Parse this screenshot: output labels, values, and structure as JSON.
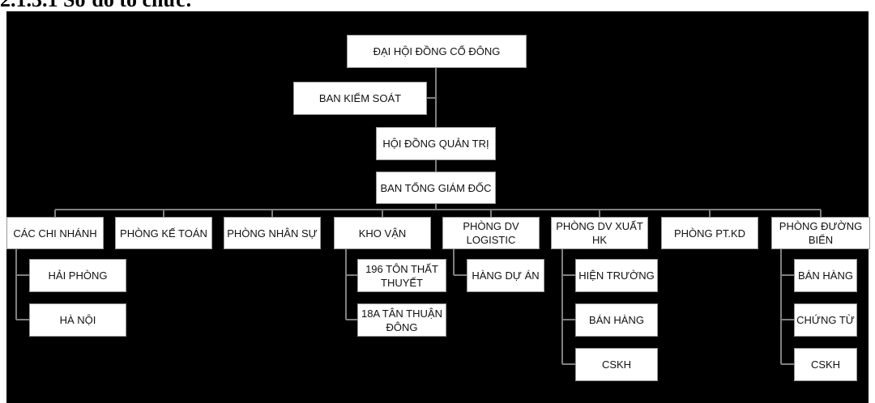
{
  "heading": "2.1.3.1   Sơ đồ tổ chức:",
  "colors": {
    "background": "#000000",
    "box": "#ffffff",
    "connector": "#7f7f7f"
  },
  "nodes": {
    "dai_hoi": "ĐẠI HỘI ĐỒNG CỔ ĐÔNG",
    "ban_kiem_soat": "BAN KIỂM SOÁT",
    "hoi_dong_quan_tri": "HỘI ĐỒNG QUẢN TRỊ",
    "ban_tong_giam_doc": "BAN TỔNG GIÁM ĐỐC",
    "cac_chi_nhanh": "CÁC CHI NHÁNH",
    "phong_ke_toan": "PHÒNG KẾ TOÁN",
    "phong_nhan_su": "PHÒNG NHÂN SỰ",
    "kho_van": "KHO VẬN",
    "phong_dv_logistic": "PHÒNG DV LOGISTIC",
    "phong_dv_xuat_hk": "PHÒNG DV XUẤT HK",
    "phong_pt_kd": "PHÒNG PT.KD",
    "phong_duong_bien": "PHÒNG ĐƯỜNG BIỂN",
    "hai_phong": "HẢI PHÒNG",
    "ha_noi": "HÀ NỘI",
    "ton_that_thuyet": "196 TÔN THẤT THUYẾT",
    "tan_thuan_dong": "18A TÂN THUẬN ĐÔNG",
    "hang_du_an": "HÀNG DỰ ÁN",
    "hien_truong": "HIỆN TRƯỜNG",
    "ban_hang_hk": "BÁN HÀNG",
    "cskh_hk": "CSKH",
    "ban_hang_bien": "BÁN HÀNG",
    "chung_tu": "CHỨNG TỪ",
    "cskh_bien": "CSKH"
  }
}
